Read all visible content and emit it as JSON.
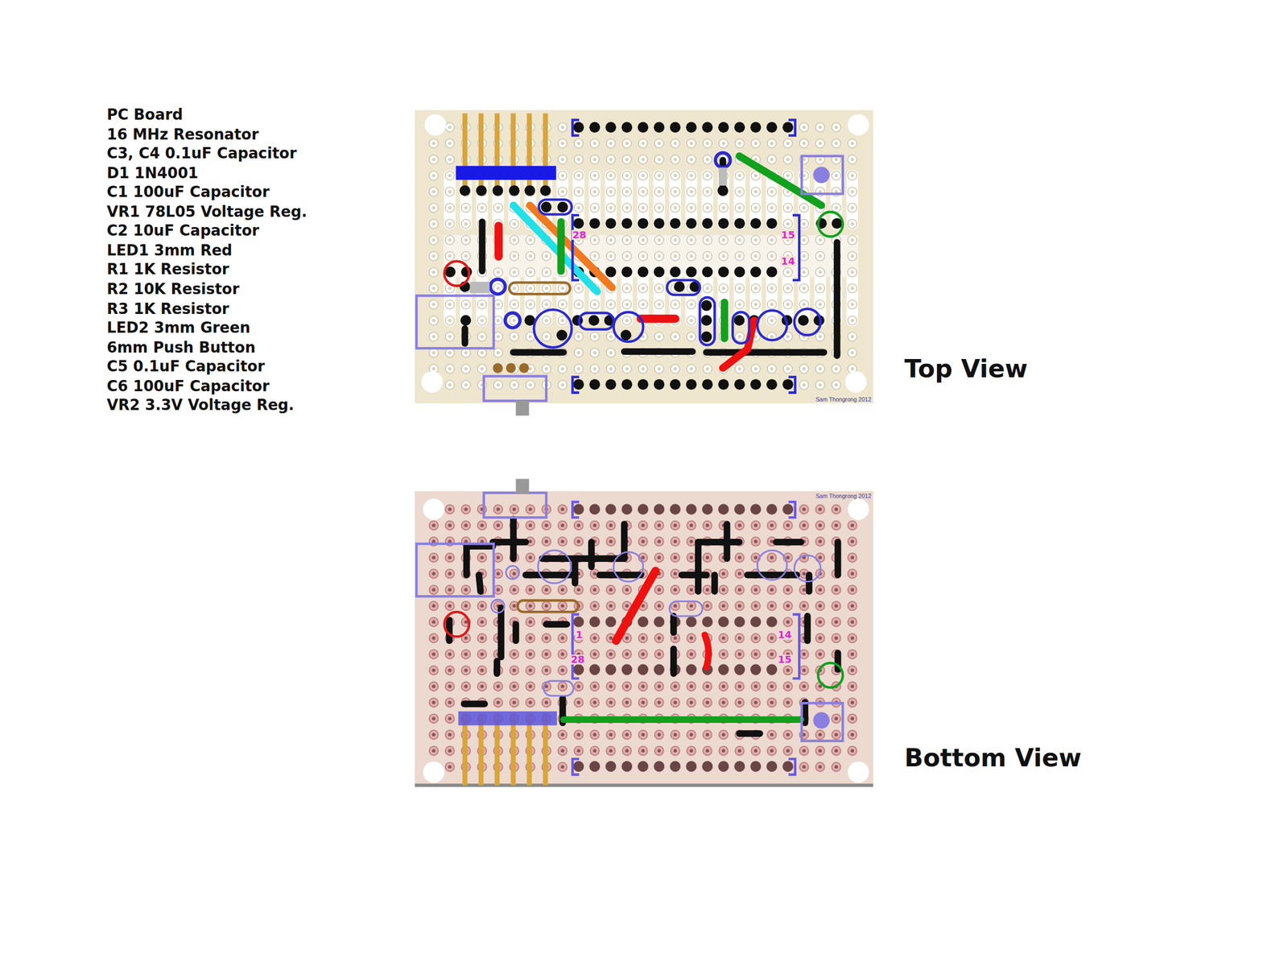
{
  "diagram": {
    "labels": [
      "PC Board",
      "16 MHz Resonator",
      "C3, C4 0.1uF Capacitor",
      "D1 1N4001",
      "C1 100uF Capacitor",
      "VR1 78L05 Voltage Reg.",
      "C2 10uF Capacitor",
      "LED1 3mm Red",
      "R1 1K Resistor",
      "R2 10K Resistor",
      "R3 1K Resistor",
      "LED2 3mm Green",
      "6mm Push Button",
      "C5 0.1uF Capacitor",
      "C6 100uF Capacitor",
      "VR2 3.3V Voltage Reg.",
      "Top View",
      "28",
      "15",
      "14",
      "Sam Thongrong 2012",
      "Bottom View",
      "1",
      "28",
      "14",
      "15",
      "Sam Thongrong 2012"
    ]
  }
}
